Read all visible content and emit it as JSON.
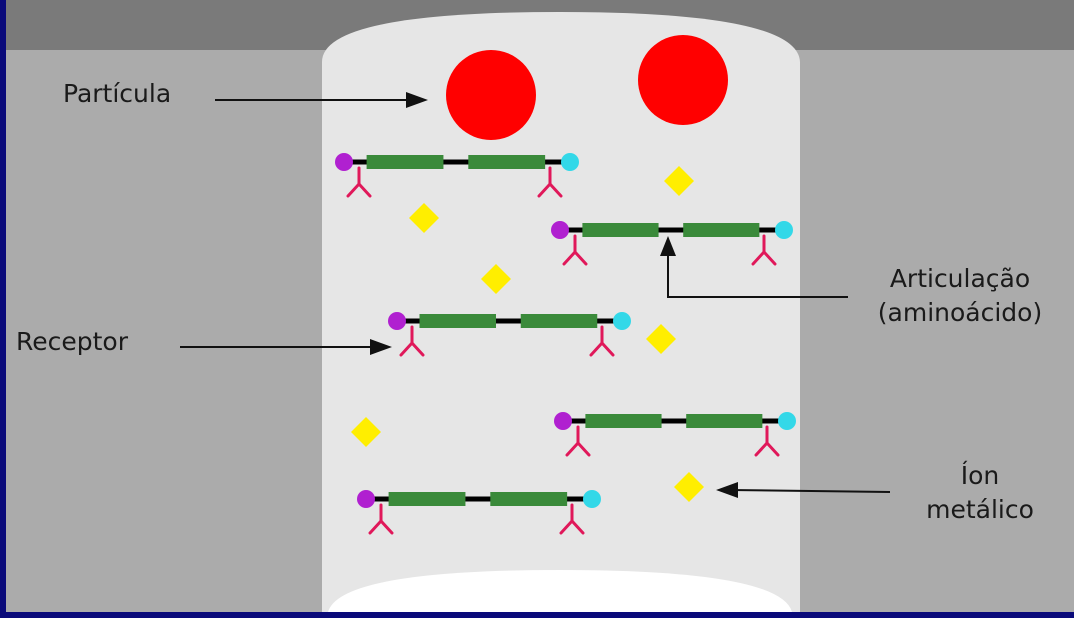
{
  "labels": {
    "particle": "Partícula",
    "receptor": "Receptor",
    "joint_line1": "Articulação",
    "joint_line2": "(aminoácido)",
    "ion_line1": "Íon",
    "ion_line2": "metálico"
  },
  "colors": {
    "frame": "#0a0a7a",
    "top_band": "#7a7a7a",
    "side_panels": "#ababab",
    "channel": "#e6e6e6",
    "particle": "#ff0000",
    "chain_segment": "#3a8a3a",
    "chain_link": "#000000",
    "chain_left_cap": "#b020d0",
    "chain_right_cap": "#33d8e8",
    "receptor": "#e0185a",
    "ion": "#ffee00"
  },
  "counts": {
    "particles": 2,
    "chains": 5,
    "ions": 6
  }
}
